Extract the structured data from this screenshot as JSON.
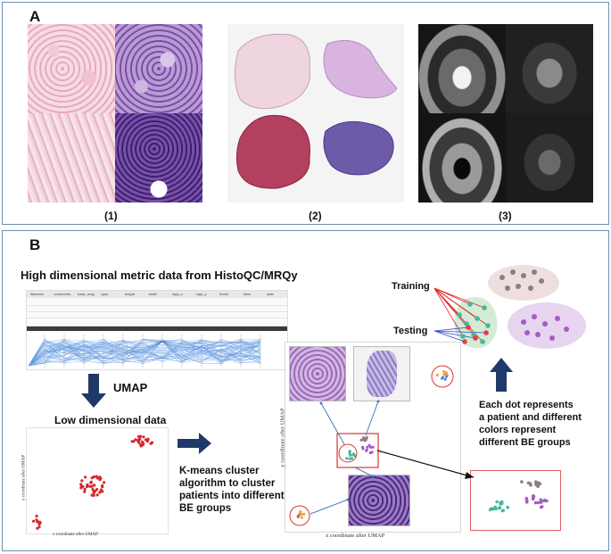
{
  "panel_a": {
    "label": "A",
    "captions": [
      "(1)",
      "(2)",
      "(3)"
    ]
  },
  "panel_b": {
    "label": "B",
    "heading": "High dimensional metric data from HistoQC/MRQy",
    "table_headers": [
      "filename",
      "comments",
      "base_mag",
      "type",
      "height",
      "width",
      "mpp_x",
      "mpp_y",
      "levels",
      "dims",
      "date"
    ],
    "umap_label": "UMAP",
    "low_dim_title": "Low dimensional data",
    "kmeans_text": [
      "K-means cluster",
      "algorithm to cluster",
      "patients into different",
      "BE groups"
    ],
    "training_label": "Training",
    "testing_label": "Testing",
    "dot_text": [
      "Each dot represents",
      "a patient and different",
      "colors represent",
      "different BE groups"
    ],
    "small_xlabel": "x coordinate after UMAP",
    "small_ylabel": "y coordinate after UMAP",
    "big_xlabel": "x coordinate after UMAP",
    "big_ylabel": "y coordinate after UMAP"
  },
  "colors": {
    "frame": "#6f8fb3",
    "arrow": "#1f3a68",
    "red_dot": "#d9262c",
    "green": "#46b89a",
    "purple": "#a45cc4",
    "gray": "#8a8080",
    "orange": "#f09a3e",
    "link_red": "#e02020",
    "link_blue": "#2a4ed8"
  }
}
